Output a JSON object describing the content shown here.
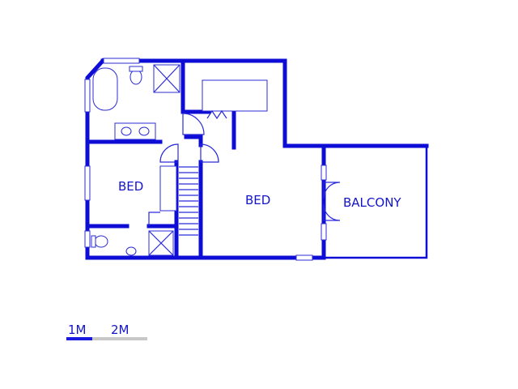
{
  "rooms": {
    "bed_left": "BED",
    "bed_main": "BED",
    "balcony": "BALCONY"
  },
  "scale": {
    "mark_1": "1M",
    "mark_2": "2M"
  },
  "colors": {
    "wall": "#0d0dd6",
    "scale_primary": "#1a1ae0",
    "scale_secondary": "#c8c8c8"
  }
}
